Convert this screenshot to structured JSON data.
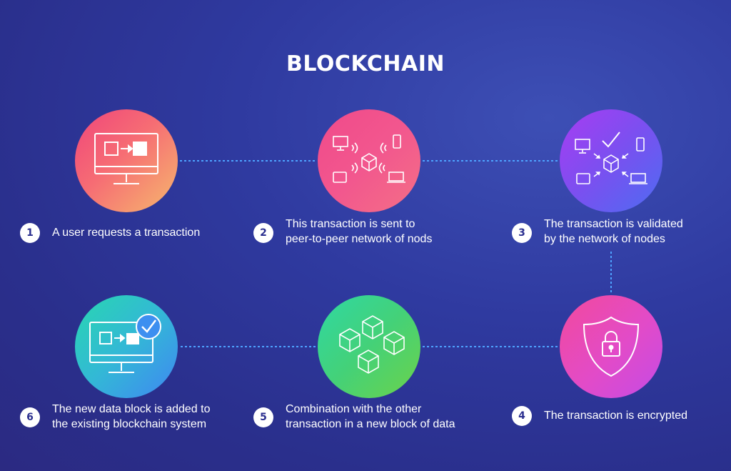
{
  "title": "BLOCKCHAIN",
  "colors": {
    "background": "#2c3190",
    "step1": "#f66d74",
    "step2": "#f2578e",
    "step3": "#7a50f0",
    "step4": "#e24bc8",
    "step5": "#44d178",
    "step6": "#33b8d6",
    "connector": "#4ea3ff"
  },
  "steps": [
    {
      "number": "1",
      "label": "A user requests a transaction",
      "icon": "computer-transfer-icon"
    },
    {
      "number": "2",
      "label": "This transaction is sent to\npeer-to-peer network of nods",
      "icon": "network-broadcast-icon"
    },
    {
      "number": "3",
      "label": "The transaction is validated\nby the network of nodes",
      "icon": "validation-icon"
    },
    {
      "number": "4",
      "label": "The transaction is encrypted",
      "icon": "shield-lock-icon"
    },
    {
      "number": "5",
      "label": "Combination with the other\ntransaction in a new block of data",
      "icon": "blocks-chain-icon"
    },
    {
      "number": "6",
      "label": "The new data block is added to\nthe existing blockchain system",
      "icon": "computer-check-icon"
    }
  ]
}
